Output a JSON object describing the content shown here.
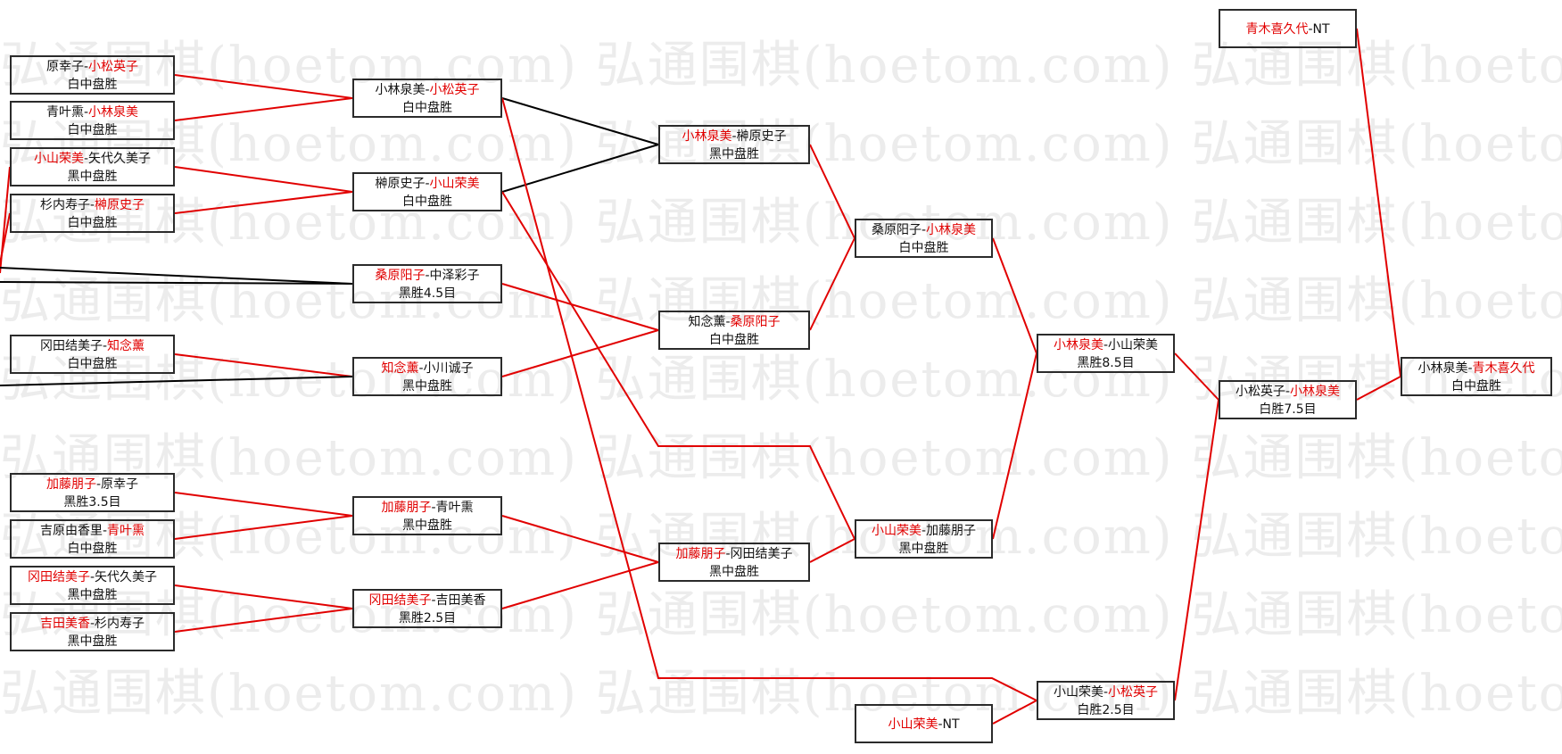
{
  "watermark": {
    "text": "弘通围棋(hoetom.com)",
    "rows": 9
  },
  "colors": {
    "winner": "#e10000",
    "normal": "#111111",
    "line_win": "#e10000",
    "line_normal": "#000000"
  },
  "games": [
    {
      "id": "g1",
      "p1": "原幸子",
      "p2": "小松英子",
      "winner": 2,
      "result": "白中盘胜"
    },
    {
      "id": "g2",
      "p1": "青叶熏",
      "p2": "小林泉美",
      "winner": 2,
      "result": "白中盘胜"
    },
    {
      "id": "g3",
      "p1": "小山荣美",
      "p2": "矢代久美子",
      "winner": 1,
      "result": "黑中盘胜"
    },
    {
      "id": "g4",
      "p1": "杉内寿子",
      "p2": "榊原史子",
      "winner": 2,
      "result": "白中盘胜"
    },
    {
      "id": "g5",
      "p1": "冈田结美子",
      "p2": "知念薰",
      "winner": 2,
      "result": "白中盘胜"
    },
    {
      "id": "g6",
      "p1": "加藤朋子",
      "p2": "原幸子",
      "winner": 1,
      "result": "黑胜3.5目"
    },
    {
      "id": "g7",
      "p1": "吉原由香里",
      "p2": "青叶熏",
      "winner": 2,
      "result": "白中盘胜"
    },
    {
      "id": "g8",
      "p1": "冈田结美子",
      "p2": "矢代久美子",
      "winner": 1,
      "result": "黑中盘胜"
    },
    {
      "id": "g9",
      "p1": "吉田美香",
      "p2": "杉内寿子",
      "winner": 1,
      "result": "黑中盘胜"
    },
    {
      "id": "g10",
      "p1": "小林泉美",
      "p2": "小松英子",
      "winner": 2,
      "result": "白中盘胜"
    },
    {
      "id": "g11",
      "p1": "榊原史子",
      "p2": "小山荣美",
      "winner": 2,
      "result": "白中盘胜"
    },
    {
      "id": "g12",
      "p1": "桑原阳子",
      "p2": "中泽彩子",
      "winner": 1,
      "result": "黑胜4.5目"
    },
    {
      "id": "g13",
      "p1": "知念薰",
      "p2": "小川诚子",
      "winner": 1,
      "result": "黑中盘胜"
    },
    {
      "id": "g14",
      "p1": "加藤朋子",
      "p2": "青叶熏",
      "winner": 1,
      "result": "黑中盘胜"
    },
    {
      "id": "g15",
      "p1": "冈田结美子",
      "p2": "吉田美香",
      "winner": 1,
      "result": "黑胜2.5目"
    },
    {
      "id": "g16",
      "p1": "小林泉美",
      "p2": "榊原史子",
      "winner": 1,
      "result": "黑中盘胜"
    },
    {
      "id": "g17",
      "p1": "知念薰",
      "p2": "桑原阳子",
      "winner": 2,
      "result": "白中盘胜"
    },
    {
      "id": "g18",
      "p1": "加藤朋子",
      "p2": "冈田结美子",
      "winner": 1,
      "result": "黑中盘胜"
    },
    {
      "id": "g19",
      "p1": "桑原阳子",
      "p2": "小林泉美",
      "winner": 2,
      "result": "白中盘胜"
    },
    {
      "id": "g20",
      "p1": "小山荣美",
      "p2": "加藤朋子",
      "winner": 1,
      "result": "黑中盘胜"
    },
    {
      "id": "g21",
      "p1": "小山荣美",
      "p2": "NT",
      "winner": 1,
      "result": ""
    },
    {
      "id": "g22",
      "p1": "小林泉美",
      "p2": "小山荣美",
      "winner": 1,
      "result": "黑胜8.5目"
    },
    {
      "id": "g23",
      "p1": "小山荣美",
      "p2": "小松英子",
      "winner": 2,
      "result": "白胜2.5目"
    },
    {
      "id": "g24",
      "p1": "小松英子",
      "p2": "小林泉美",
      "winner": 2,
      "result": "白胜7.5目"
    },
    {
      "id": "g25",
      "p1": "青木喜久代",
      "p2": "NT",
      "winner": 1,
      "result": ""
    },
    {
      "id": "g26",
      "p1": "小林泉美",
      "p2": "青木喜久代",
      "winner": 2,
      "result": "白中盘胜"
    }
  ],
  "links": [
    {
      "from": "g1",
      "to": "g10",
      "win": true
    },
    {
      "from": "g2",
      "to": "g10",
      "win": true
    },
    {
      "from": "g3",
      "to": "g11",
      "win": true
    },
    {
      "from": "g4",
      "to": "g11",
      "win": true
    },
    {
      "from": "g5",
      "to": "g13",
      "win": true
    },
    {
      "from": "g6",
      "to": "g14",
      "win": true
    },
    {
      "from": "g7",
      "to": "g14",
      "win": true
    },
    {
      "from": "g8",
      "to": "g15",
      "win": true
    },
    {
      "from": "g9",
      "to": "g15",
      "win": true
    },
    {
      "from": "g10",
      "to": "g16",
      "win": false
    },
    {
      "from": "g11",
      "to": "g16",
      "win": false
    },
    {
      "from": "g12",
      "to": "g17",
      "win": true
    },
    {
      "from": "g13",
      "to": "g17",
      "win": true
    },
    {
      "from": "g14",
      "to": "g18",
      "win": true
    },
    {
      "from": "g15",
      "to": "g18",
      "win": true
    },
    {
      "from": "g16",
      "to": "g19",
      "win": true
    },
    {
      "from": "g17",
      "to": "g19",
      "win": true
    },
    {
      "from": "g11",
      "to": "g20",
      "win": true
    },
    {
      "from": "g18",
      "to": "g20",
      "win": true
    },
    {
      "from": "g19",
      "to": "g22",
      "win": true
    },
    {
      "from": "g20",
      "to": "g22",
      "win": true
    },
    {
      "from": "g10",
      "to": "g23",
      "win": true
    },
    {
      "from": "g21",
      "to": "g23",
      "win": true
    },
    {
      "from": "g22",
      "to": "g24",
      "win": true
    },
    {
      "from": "g23",
      "to": "g24",
      "win": true
    },
    {
      "from": "g24",
      "to": "g26",
      "win": true
    },
    {
      "from": "g25",
      "to": "g26",
      "win": true
    },
    {
      "from": "offscreen-1",
      "to": "g3",
      "win": true
    },
    {
      "from": "offscreen-2",
      "to": "g4",
      "win": true
    },
    {
      "from": "offscreen-3",
      "to": "g12",
      "win": false
    },
    {
      "from": "offscreen-4",
      "to": "g12",
      "win": false
    },
    {
      "from": "offscreen-5",
      "to": "g13",
      "win": false
    }
  ]
}
